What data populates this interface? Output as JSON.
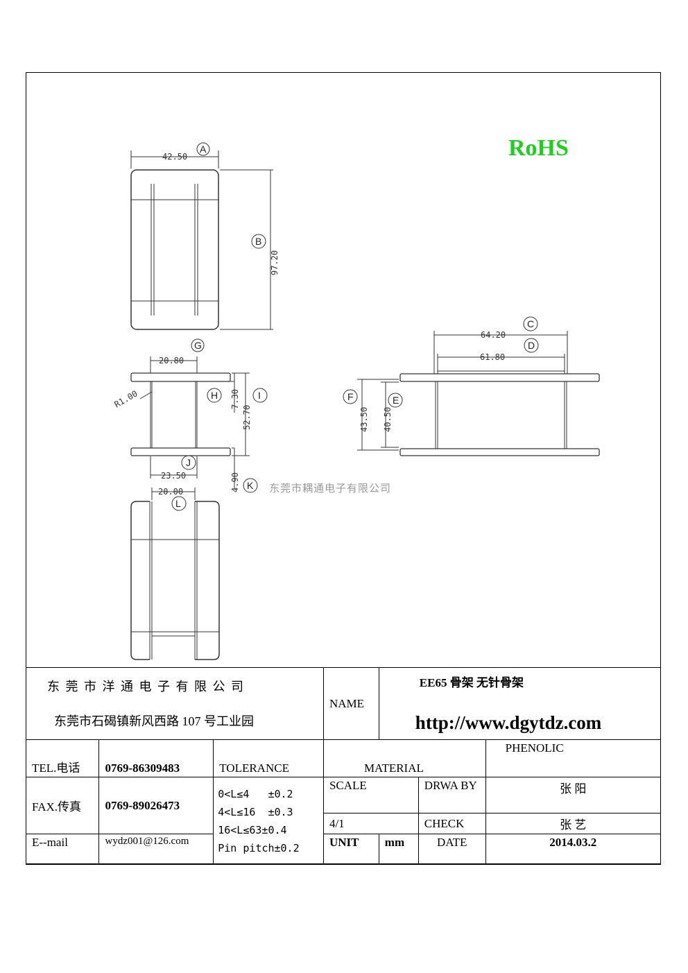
{
  "rohs_label": "RoHS",
  "watermark": "东莞市耦通电子有限公司",
  "dimensions": {
    "a": "42.50",
    "b": "97.20",
    "c": "64.20",
    "d": "61.80",
    "e": "40.50",
    "f": "43.50",
    "g": "20.80",
    "h": "7.30",
    "i": "52.70",
    "j": "23.50",
    "k": "4.90",
    "l": "20.00",
    "r": "R1.00"
  },
  "markers": {
    "a": "A",
    "b": "B",
    "c": "C",
    "d": "D",
    "e": "E",
    "f": "F",
    "g": "G",
    "h": "H",
    "i": "I",
    "j": "J",
    "k": "K",
    "l": "L"
  },
  "title_block": {
    "company": "东 莞 市 洋 通 电 子 有 限 公 司",
    "address": "东莞市石碣镇新风西路 107 号工业园",
    "name_label": "NAME",
    "product": "EE65 骨架  无针骨架",
    "url": "http://www.dgytdz.com",
    "material_value": "PHENOLIC",
    "material_label": "MATERIAL",
    "tel_label": "TEL.电话",
    "tel": "0769-86309483",
    "tolerance_label": "TOLERANCE",
    "fax_label": "FAX.传真",
    "fax": "0769-89026473",
    "tol1": "0<L≤4   ±0.2",
    "tol2": "4<L≤16  ±0.3",
    "tol3": "16<L≤63±0.4",
    "tol4": "Pin pitch±0.2",
    "scale_label": "SCALE",
    "scale": "4/1",
    "drawn_label": "DRWA BY",
    "drawn_by": "张 阳",
    "check_label": "CHECK",
    "checked_by": "张 艺",
    "email_label": "E--mail",
    "email": "wydz001@126.com",
    "unit_label": "UNIT",
    "unit": "mm",
    "date_label": "DATE",
    "date": "2014.03.2"
  }
}
